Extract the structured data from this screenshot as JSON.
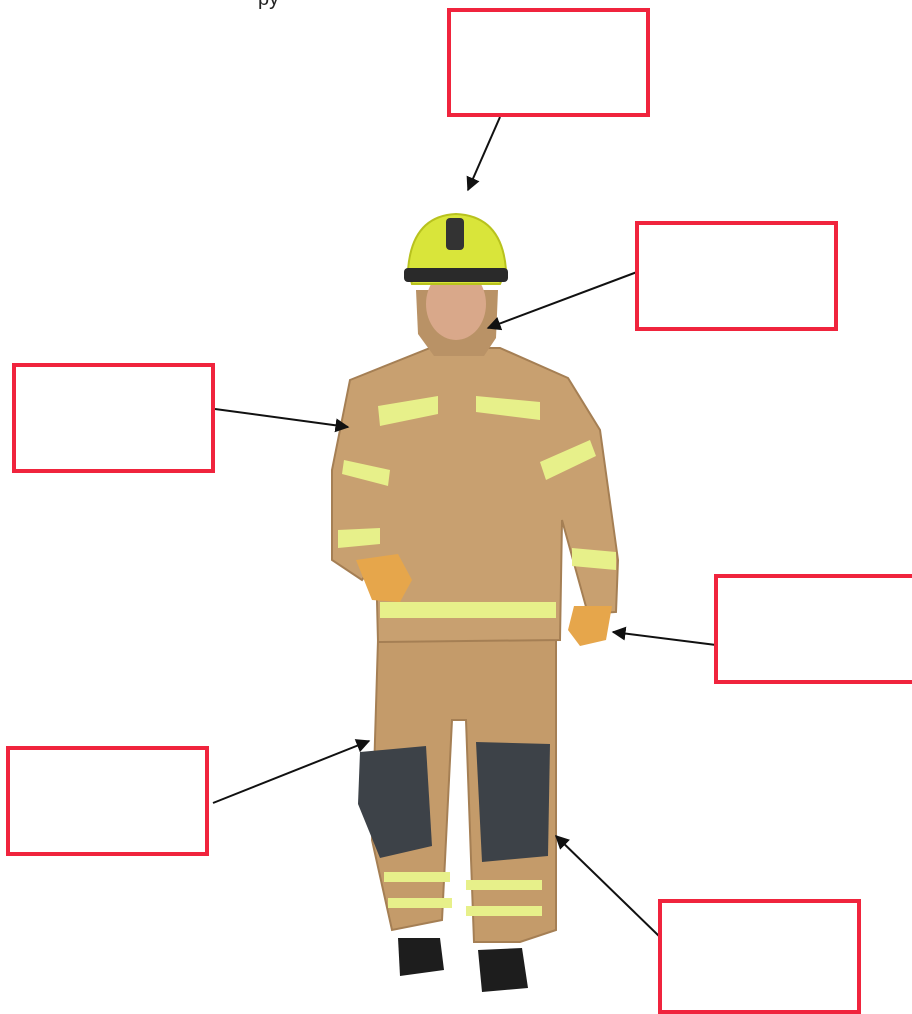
{
  "header": {
    "cut_text": "py"
  },
  "figure": {
    "subject_image": "firefighter-in-protective-gear"
  },
  "colors": {
    "box_border": "#f0243d",
    "arrow": "#111111"
  },
  "label_boxes": [
    {
      "id": "box-1",
      "text": ""
    },
    {
      "id": "box-2",
      "text": ""
    },
    {
      "id": "box-3",
      "text": ""
    },
    {
      "id": "box-4",
      "text": ""
    },
    {
      "id": "box-5",
      "text": ""
    },
    {
      "id": "box-6",
      "text": ""
    }
  ]
}
